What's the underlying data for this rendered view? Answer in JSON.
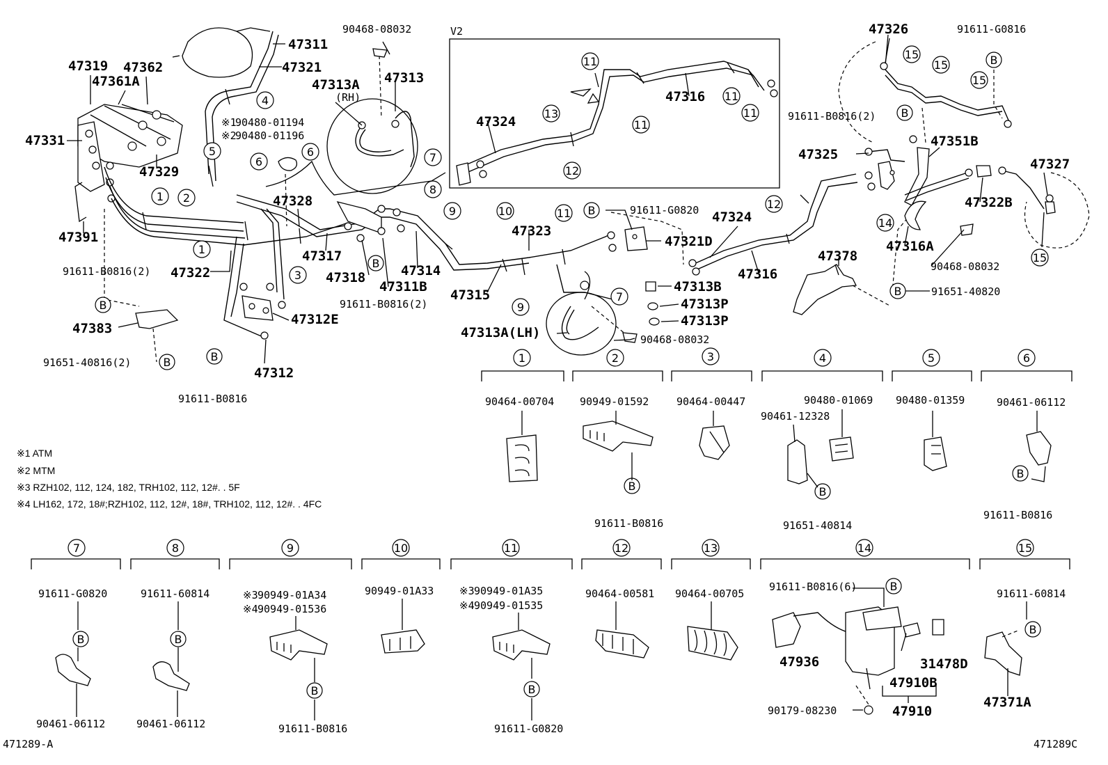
{
  "labels": {
    "p47311": "47311",
    "p47321": "47321",
    "p47319": "47319",
    "p47362": "47362",
    "p47361A": "47361A",
    "p47331": "47331",
    "p47329": "47329",
    "p47391": "47391",
    "p47322": "47322",
    "p47383": "47383",
    "p47328": "47328",
    "p47317": "47317",
    "p47318": "47318",
    "p47314": "47314",
    "p47311B": "47311B",
    "p47312E": "47312E",
    "p47312": "47312",
    "p47313A_RH": "47313A",
    "rh": "(RH)",
    "p47313": "47313",
    "p47315": "47315",
    "p47323": "47323",
    "p47321D": "47321D",
    "p47324_main": "47324",
    "p47316_main": "47316",
    "p47313B": "47313B",
    "p47313P_1": "47313P",
    "p47313P_2": "47313P",
    "p47313A_LH": "47313A(LH)",
    "v2": "V2",
    "p47324_v2": "47324",
    "p47316_v2": "47316",
    "p47326": "47326",
    "p47325": "47325",
    "p47351B": "47351B",
    "p47327": "47327",
    "p47322B": "47322B",
    "p47316A": "47316A",
    "p47378": "47378",
    "p47936": "47936",
    "p47910B": "47910B",
    "p47910": "47910",
    "p31478D": "31478D",
    "p47371A": "47371A"
  },
  "codes": {
    "c90468_top": "90468-08032",
    "c91611G0816_top": "91611-G0816",
    "c90480_01194": "90480-01194",
    "c90480_01196": "90480-01196",
    "c91611B0816_2_left": "91611-B0816(2)",
    "c91651_40816_2": "91651-40816(2)",
    "c91611B0816_bl": "91611-B0816",
    "c91611B0816_2_mid": "91611-B0816(2)",
    "c91611G0820_mid": "91611-G0820",
    "c90468_mid": "90468-08032",
    "c91611B0816_2_right": "91611-B0816(2)",
    "c90468_right": "90468-08032",
    "c91651_40820": "91651-40820",
    "c90464_00704": "90464-00704",
    "c90949_01592": "90949-01592",
    "c91611B0816_2": "91611-B0816",
    "c90464_00447": "90464-00447",
    "c90480_01069": "90480-01069",
    "c90461_12328": "90461-12328",
    "c91651_40814": "91651-40814",
    "c90480_01359": "90480-01359",
    "c90461_06112_6": "90461-06112",
    "c91611B0816_6": "91611-B0816",
    "c91611G0820_7": "91611-G0820",
    "c90461_06112_7": "90461-06112",
    "c91611_60814_8": "91611-60814",
    "c90461_06112_8": "90461-06112",
    "c90949_01A34": "90949-01A34",
    "c90949_01536": "90949-01536",
    "c91611B0816_9": "91611-B0816",
    "c90949_01A33": "90949-01A33",
    "c90949_01A35": "90949-01A35",
    "c90949_01535": "90949-01535",
    "c91611G0820_11": "91611-G0820",
    "c90464_00581": "90464-00581",
    "c90464_00705": "90464-00705",
    "c91611B0816_6x": "91611-B0816(6)",
    "c90179_08230": "90179-08230",
    "c91611_60814_15": "91611-60814"
  },
  "marks": {
    "m1": "※1",
    "m2": "※2",
    "m3": "※3",
    "m4": "※4",
    "b": "B",
    "n1": "1",
    "n2": "2",
    "n3": "3",
    "n4": "4",
    "n5": "5",
    "n6": "6",
    "n7": "7",
    "n8": "8",
    "n9": "9",
    "n10": "10",
    "n11": "11",
    "n12": "12",
    "n13": "13",
    "n14": "14",
    "n15": "15"
  },
  "notes": {
    "n1": "※1 ATM",
    "n2": "※2 MTM",
    "n3": "※3 RZH102, 112, 124, 182, TRH102, 112, 12#. . 5F",
    "n4": "※4 LH162, 172, 18#;RZH102, 112, 12#, 18#, TRH102, 112, 12#. . 4FC"
  },
  "footer": {
    "left": "471289-A",
    "right": "471289C"
  }
}
